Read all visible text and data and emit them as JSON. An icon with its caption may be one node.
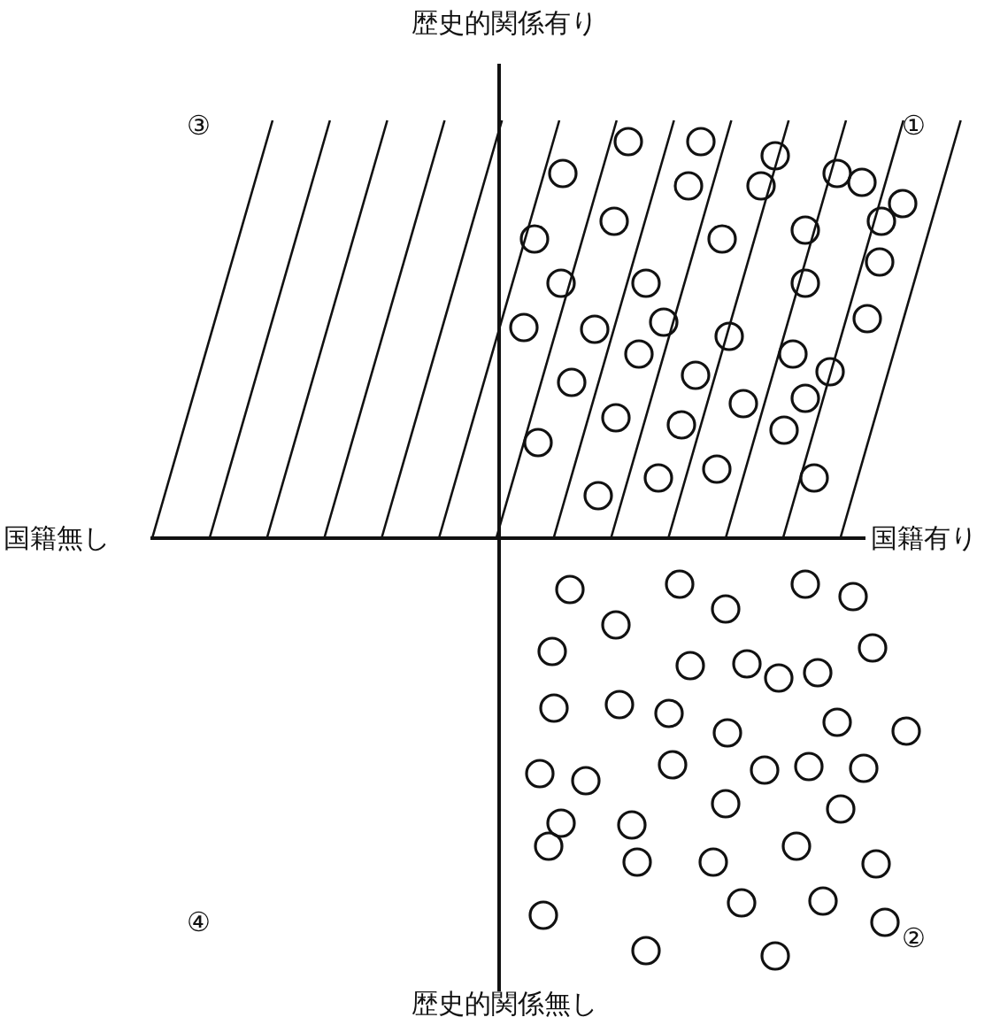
{
  "diagram": {
    "labels": [
      "歴史的関係有り",
      "③",
      "①",
      "国籍無し",
      "国籍有り",
      "④",
      "②",
      "歴史的関係無し"
    ]
  }
}
